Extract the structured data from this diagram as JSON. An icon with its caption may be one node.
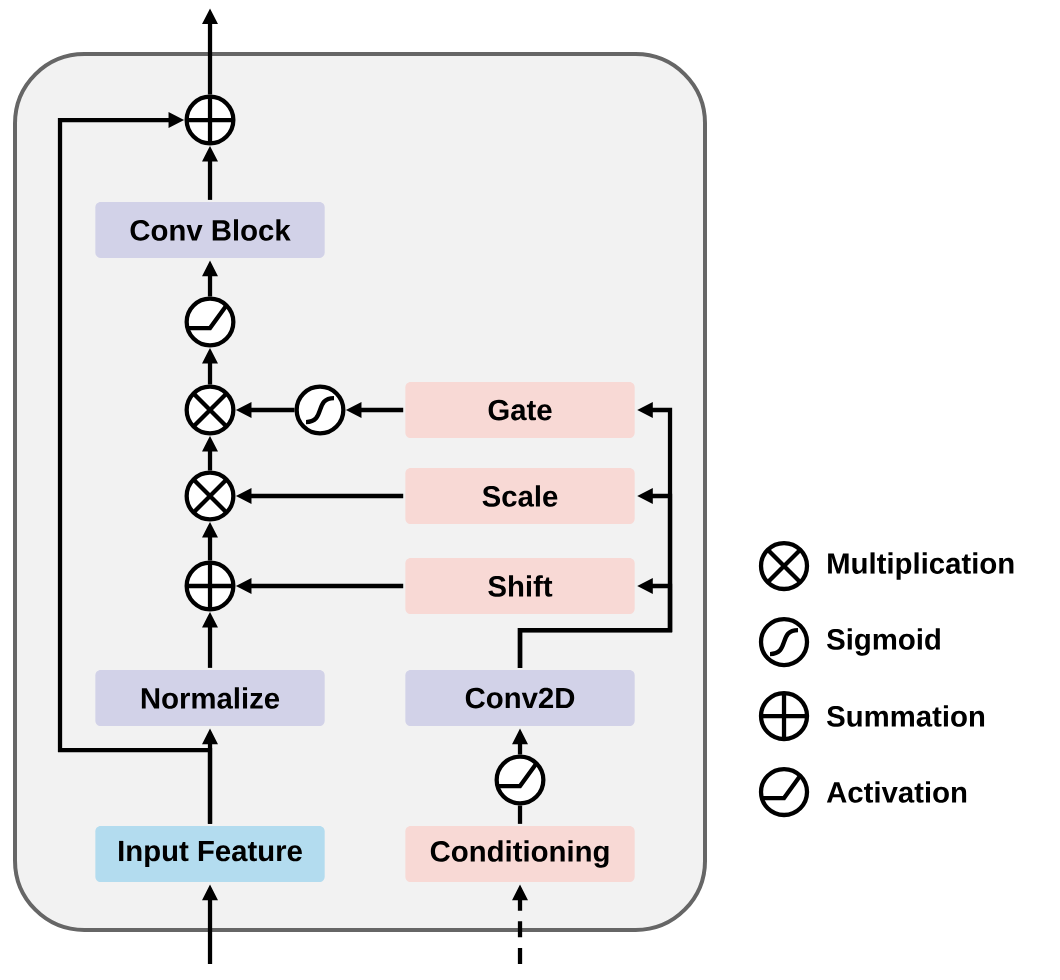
{
  "diagram": {
    "nodes": [
      {
        "text": [],
        "shape": "box"
      },
      {
        "text": [
          "Input Feature"
        ],
        "in": 0
      },
      {
        "text": [
          "Normalize"
        ],
        "in": 0
      },
      {
        "text": [],
        "shape": "circle",
        "in": 0
      },
      {
        "text": [],
        "shape": "circle",
        "in": 0
      },
      {
        "text": [],
        "shape": "circle",
        "in": 0
      },
      {
        "text": [],
        "shape": "circle",
        "in": 0
      },
      {
        "text": [
          "Conv Block"
        ],
        "in": 0
      },
      {
        "text": [],
        "shape": "circle",
        "in": 0
      },
      {
        "text": [
          "Conditioning"
        ],
        "in": 0
      },
      {
        "text": [],
        "shape": "circle",
        "in": 0
      },
      {
        "text": [
          "Conv2D"
        ],
        "in": 0
      },
      {
        "text": [
          "Shift"
        ],
        "in": 0
      },
      {
        "text": [
          "Scale"
        ],
        "in": 0
      },
      {
        "text": [
          "Gate"
        ],
        "in": 0
      },
      {
        "text": [],
        "shape": "circle",
        "in": 0
      }
    ],
    "edges": [
      {
        "from": null,
        "to": 1,
        "arrow": "to"
      },
      {
        "from": null,
        "to": 9,
        "arrow": "to",
        "style": "dashed"
      },
      {
        "from": 1,
        "to": 2,
        "arrow": "to"
      },
      {
        "from": 1,
        "to": 8,
        "arrow": "to"
      },
      {
        "from": 2,
        "to": 3,
        "arrow": "to"
      },
      {
        "from": 3,
        "to": 4,
        "arrow": "to"
      },
      {
        "from": 4,
        "to": 5,
        "arrow": "to"
      },
      {
        "from": 5,
        "to": 6,
        "arrow": "to"
      },
      {
        "from": 6,
        "to": 7,
        "arrow": "to"
      },
      {
        "from": 7,
        "to": 8,
        "arrow": "to"
      },
      {
        "from": 8,
        "to": null,
        "arrow": "to"
      },
      {
        "from": 9,
        "to": 10,
        "arrow": "none"
      },
      {
        "from": 10,
        "to": 11,
        "arrow": "to"
      },
      {
        "from": 11,
        "to": 12,
        "arrow": "to"
      },
      {
        "from": 11,
        "to": 13,
        "arrow": "to"
      },
      {
        "from": 11,
        "to": 14,
        "arrow": "to"
      },
      {
        "from": 12,
        "to": 3,
        "arrow": "to"
      },
      {
        "from": 13,
        "to": 4,
        "arrow": "to"
      },
      {
        "from": 14,
        "to": 15,
        "arrow": "to"
      },
      {
        "from": 15,
        "to": 5,
        "arrow": "to"
      }
    ],
    "legend": [
      {
        "text": "Multiplication"
      },
      {
        "text": "Sigmoid"
      },
      {
        "text": "Summation"
      },
      {
        "text": "Activation"
      }
    ]
  }
}
